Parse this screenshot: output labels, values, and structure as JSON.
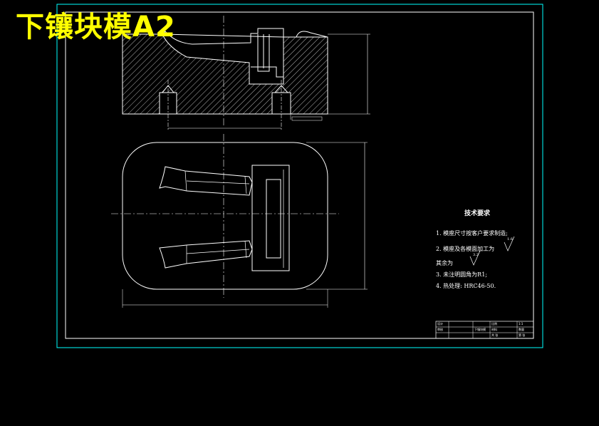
{
  "title_overlay": "下镶块模A2",
  "technical_notes": {
    "heading": "技术要求",
    "items": [
      "1. 模座尺寸按客户要求制造;",
      "2. 模座及各模面加工为",
      "其余为",
      "3. 未注明圆角为R1;",
      "4. 热处理: HRC46-50."
    ],
    "roughness_1": "1.6",
    "roughness_2": "3.2"
  },
  "title_block": {
    "cells": [
      "设计",
      "审核",
      "下镶块模",
      "比例",
      "1:1",
      "材料",
      "数量",
      "共 张",
      "第 张"
    ]
  },
  "colors": {
    "frame": "#ffffff",
    "outer_border": "#00ffff",
    "outline": "#ffffff",
    "hatch": "#ffffff",
    "title": "#ffff00"
  }
}
